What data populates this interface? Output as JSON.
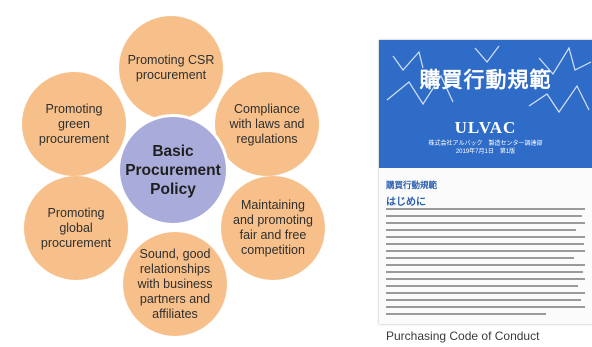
{
  "center_label": "Basic\nProcurement\nPolicy",
  "petals": [
    {
      "id": "csr",
      "text": "Promoting CSR\nprocurement"
    },
    {
      "id": "compliance",
      "text": "Compliance\nwith laws and\nregulations"
    },
    {
      "id": "fair",
      "text": "Maintaining\nand promoting\nfair and free\ncompetition"
    },
    {
      "id": "relationships",
      "text": "Sound, good\nrelationships\nwith business\npartners and\naffiliates"
    },
    {
      "id": "global",
      "text": "Promoting\nglobal\nprocurement"
    },
    {
      "id": "green",
      "text": "Promoting\ngreen\nprocurement"
    }
  ],
  "colors": {
    "petal": "#f7c08a",
    "center": "#a9acda",
    "cover_blue": "#2f6cc8",
    "heading_blue": "#2b5fb0"
  },
  "booklet": {
    "title": "購買行動規範",
    "brand": "ULVAC",
    "company_line": "株式会社アルバック　製造センター調達部",
    "date_line": "2019年7月1日　第1版",
    "heading": "購買行動規範",
    "subheading": "はじめに",
    "caption": "Purchasing Code of Conduct"
  }
}
